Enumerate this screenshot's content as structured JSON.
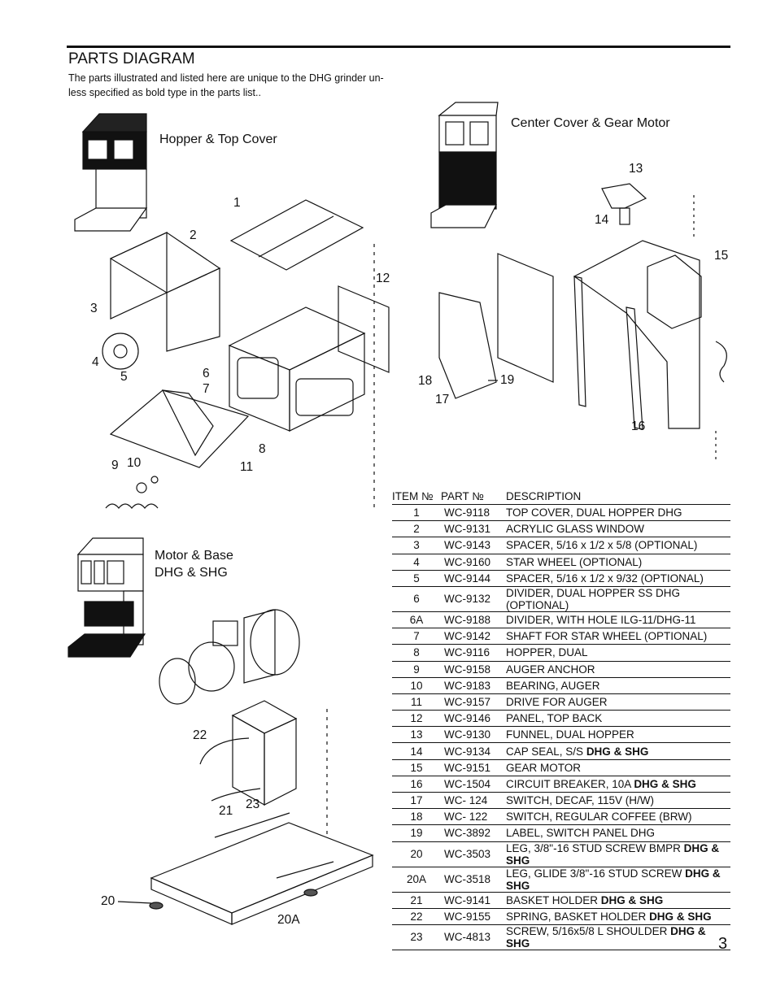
{
  "header": {
    "title": "PARTS DIAGRAM",
    "intro": "The parts illustrated and listed here are unique to the DHG grinder un- less specified as bold type in the parts list.."
  },
  "diagram": {
    "sections": [
      {
        "label": "Hopper & Top Cover"
      },
      {
        "label": "Center Cover & Gear Motor"
      },
      {
        "label": "Motor & Base DHG & SHG"
      }
    ],
    "callouts": [
      "1",
      "2",
      "3",
      "4",
      "5",
      "6",
      "7",
      "8",
      "9",
      "10",
      "11",
      "12",
      "13",
      "14",
      "15",
      "16",
      "17",
      "18",
      "19",
      "20",
      "20A",
      "21",
      "22",
      "23"
    ]
  },
  "table": {
    "headers": {
      "item": "ITEM №",
      "part": "PART №",
      "description": "DESCRIPTION"
    },
    "rows": [
      {
        "item": "1",
        "part": "WC-9118",
        "desc": "TOP COVER, DUAL HOPPER DHG",
        "bold": ""
      },
      {
        "item": "2",
        "part": "WC-9131",
        "desc": "ACRYLIC GLASS WINDOW",
        "bold": ""
      },
      {
        "item": "3",
        "part": "WC-9143",
        "desc": "SPACER, 5/16 x 1/2 x 5/8 (OPTIONAL)",
        "bold": ""
      },
      {
        "item": "4",
        "part": "WC-9160",
        "desc": "STAR WHEEL (OPTIONAL)",
        "bold": ""
      },
      {
        "item": "5",
        "part": "WC-9144",
        "desc": "SPACER, 5/16 x 1/2 x 9/32 (OPTIONAL)",
        "bold": ""
      },
      {
        "item": "6",
        "part": "WC-9132",
        "desc": "DIVIDER, DUAL HOPPER SS DHG (OPTIONAL)",
        "bold": ""
      },
      {
        "item": "6A",
        "part": "WC-9188",
        "desc": "DIVIDER, WITH HOLE ILG-11/DHG-11",
        "bold": ""
      },
      {
        "item": "7",
        "part": "WC-9142",
        "desc": "SHAFT FOR STAR WHEEL (OPTIONAL)",
        "bold": ""
      },
      {
        "item": "8",
        "part": "WC-9116",
        "desc": "HOPPER, DUAL",
        "bold": ""
      },
      {
        "item": "9",
        "part": "WC-9158",
        "desc": "AUGER ANCHOR",
        "bold": ""
      },
      {
        "item": "10",
        "part": "WC-9183",
        "desc": "BEARING, AUGER",
        "bold": ""
      },
      {
        "item": "11",
        "part": "WC-9157",
        "desc": "DRIVE FOR AUGER",
        "bold": ""
      },
      {
        "item": "12",
        "part": "WC-9146",
        "desc": "PANEL, TOP BACK",
        "bold": ""
      },
      {
        "item": "13",
        "part": "WC-9130",
        "desc": "FUNNEL, DUAL HOPPER",
        "bold": ""
      },
      {
        "item": "14",
        "part": "WC-9134",
        "desc": "CAP SEAL, S/S ",
        "bold": "DHG & SHG"
      },
      {
        "item": "15",
        "part": "WC-9151",
        "desc": "GEAR MOTOR",
        "bold": ""
      },
      {
        "item": "16",
        "part": "WC-1504",
        "desc": "CIRCUIT BREAKER, 10A ",
        "bold": "DHG & SHG"
      },
      {
        "item": "17",
        "part": "WC-  124",
        "desc": "SWITCH, DECAF, 115V (H/W)",
        "bold": ""
      },
      {
        "item": "18",
        "part": "WC-  122",
        "desc": "SWITCH, REGULAR COFFEE (BRW)",
        "bold": ""
      },
      {
        "item": "19",
        "part": "WC-3892",
        "desc": "LABEL, SWITCH PANEL DHG",
        "bold": ""
      },
      {
        "item": "20",
        "part": "WC-3503",
        "desc": "LEG, 3/8\"-16 STUD SCREW BMPR ",
        "bold": "DHG & SHG"
      },
      {
        "item": "20A",
        "part": "WC-3518",
        "desc": "LEG, GLIDE 3/8\"-16 STUD SCREW ",
        "bold": "DHG & SHG"
      },
      {
        "item": "21",
        "part": "WC-9141",
        "desc": "BASKET HOLDER ",
        "bold": "DHG & SHG"
      },
      {
        "item": "22",
        "part": "WC-9155",
        "desc": "SPRING, BASKET HOLDER ",
        "bold": "DHG & SHG"
      },
      {
        "item": "23",
        "part": "WC-4813",
        "desc": "SCREW, 5/16x5/8 L SHOULDER ",
        "bold": "DHG & SHG"
      }
    ]
  },
  "footer": {
    "page_number": "3"
  }
}
